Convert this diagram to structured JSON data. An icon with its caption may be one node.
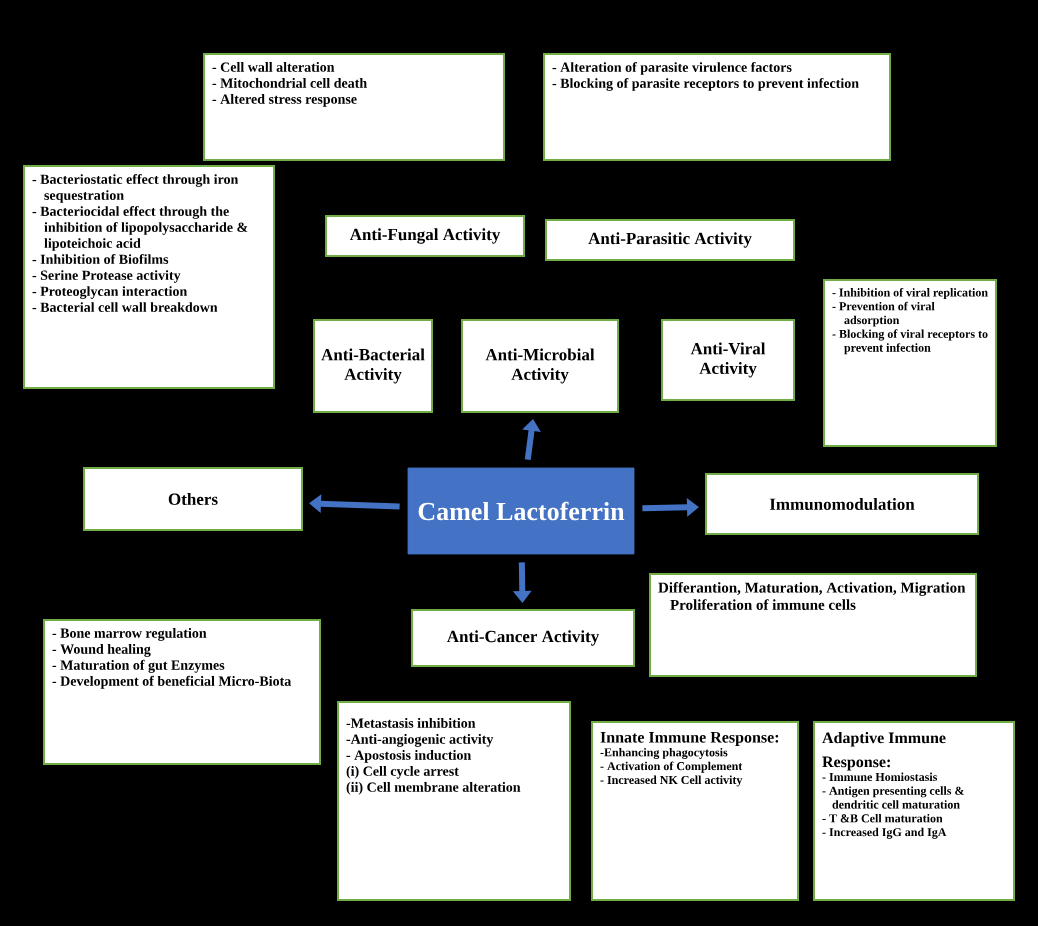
{
  "diagram": {
    "nodes": [
      {
        "text": [
          "- Cell wall alteration",
          "- Mitochondrial cell death",
          "- Altered  stress response"
        ]
      },
      {
        "text": [
          "- Alteration of parasite virulence factors",
          "- Blocking of parasite receptors to prevent infection"
        ]
      },
      {
        "text": [
          "- Bacteriostatic effect through iron sequestration",
          "- Bacteriocidal effect through the inhibition of lipopolysaccharide & lipoteichoic acid",
          "- Inhibition of Biofilms",
          "- Serine Protease activity",
          "- Proteoglycan interaction",
          "- Bacterial cell wall breakdown"
        ]
      },
      {
        "text": [
          "Anti-Fungal Activity"
        ]
      },
      {
        "text": [
          "Anti-Parasitic Activity"
        ]
      },
      {
        "text": [
          "- Inhibition of viral replication",
          "- Prevention of viral adsorption",
          "- Blocking of viral receptors to prevent infection"
        ]
      },
      {
        "text": [
          "Anti-Bacterial Activity"
        ]
      },
      {
        "text": [
          "Anti-Microbial Activity"
        ]
      },
      {
        "text": [
          "Anti-Viral Activity"
        ]
      },
      {
        "text": [
          "Others"
        ]
      },
      {
        "text": [
          "Camel Lactoferrin"
        ]
      },
      {
        "text": [
          "Immunomodulation"
        ]
      },
      {
        "text": [
          "- Bone marrow regulation",
          "- Wound healing",
          "- Maturation of gut Enzymes",
          "- Development of beneficial Micro-Biota"
        ]
      },
      {
        "text": [
          "Anti-Cancer Activity"
        ]
      },
      {
        "text": [
          "Differantion, Maturation, Activation, Migration Proliferation of immune cells"
        ]
      },
      {
        "text": [
          "-Metastasis inhibition",
          "-Anti-angiogenic activity",
          "- Apostosis induction",
          "(i) Cell cycle arrest",
          "(ii) Cell membrane alteration"
        ]
      },
      {
        "text": [
          "Innate Immune Response:",
          "-Enhancing phagocytosis",
          "- Activation of Complement",
          "- Increased NK Cell activity"
        ]
      },
      {
        "text": [
          "Adaptive Immune Response:",
          "- Immune Homiostasis",
          "- Antigen presenting cells  & dendritic cell maturation",
          "- T &B Cell maturation",
          "- Increased IgG and IgA"
        ]
      }
    ],
    "edges": [
      {
        "from": 10,
        "to": 7,
        "arrow": "to"
      },
      {
        "from": 10,
        "to": 9,
        "arrow": "to"
      },
      {
        "from": 10,
        "to": 11,
        "arrow": "to"
      },
      {
        "from": 10,
        "to": 13,
        "arrow": "to"
      }
    ]
  }
}
